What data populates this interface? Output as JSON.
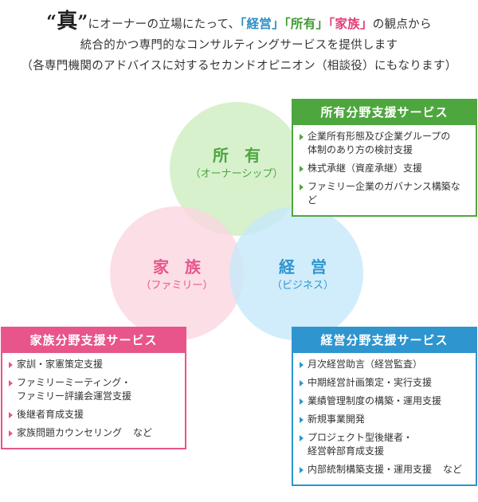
{
  "header": {
    "open_quote": "“",
    "big_char": "真",
    "close_quote": "”",
    "line1_text_a": "にオーナーの立場にたって、",
    "hl_biz": "「経営」",
    "hl_own": "「所有」",
    "hl_fam": "「家族」",
    "line1_text_b": "の観点から",
    "line2": "統合的かつ専門的なコンサルティングサービスを提供します",
    "line3": "（各専門機関のアドバイスに対するセカンドオピニオン（相談役）にもなります）"
  },
  "venn": {
    "ownership": {
      "title": "所　有",
      "subtitle": "（オーナーシップ）"
    },
    "family": {
      "title": "家　族",
      "subtitle": "（ファミリー）"
    },
    "business": {
      "title": "経　営",
      "subtitle": "（ビジネス）"
    }
  },
  "colors": {
    "ownership": "#4ea63f",
    "family": "#e8558a",
    "business": "#2e95cf",
    "circle_green": "#cdeec0",
    "circle_pink": "#fbd6e0",
    "circle_blue": "#c6e8fa"
  },
  "boxes": {
    "ownership": {
      "title": "所有分野支援サービス",
      "items": [
        {
          "l1": "企業所有形態及び企業グループの",
          "l2": "体制のあり方の検討支援"
        },
        {
          "l1": "株式承継（資産承継）支援"
        },
        {
          "l1": "ファミリー企業のガバナンス構築など"
        }
      ]
    },
    "family": {
      "title": "家族分野支援サービス",
      "items": [
        {
          "l1": "家訓・家憲策定支援"
        },
        {
          "l1": "ファミリーミーティング・",
          "l2": "ファミリー評議会運営支援"
        },
        {
          "l1": "後継者育成支援"
        },
        {
          "l1": "家族問題カウンセリング",
          "suffix": "など"
        }
      ]
    },
    "business": {
      "title": "経営分野支援サービス",
      "items": [
        {
          "l1": "月次経営助言（経営監査）"
        },
        {
          "l1": "中期経営計画策定・実行支援"
        },
        {
          "l1": "業績管理制度の構築・運用支援"
        },
        {
          "l1": "新規事業開発"
        },
        {
          "l1": "プロジェクト型後継者・",
          "l2": "経営幹部育成支援"
        },
        {
          "l1": "内部統制構築支援・運用支援",
          "suffix": "など"
        }
      ]
    }
  }
}
